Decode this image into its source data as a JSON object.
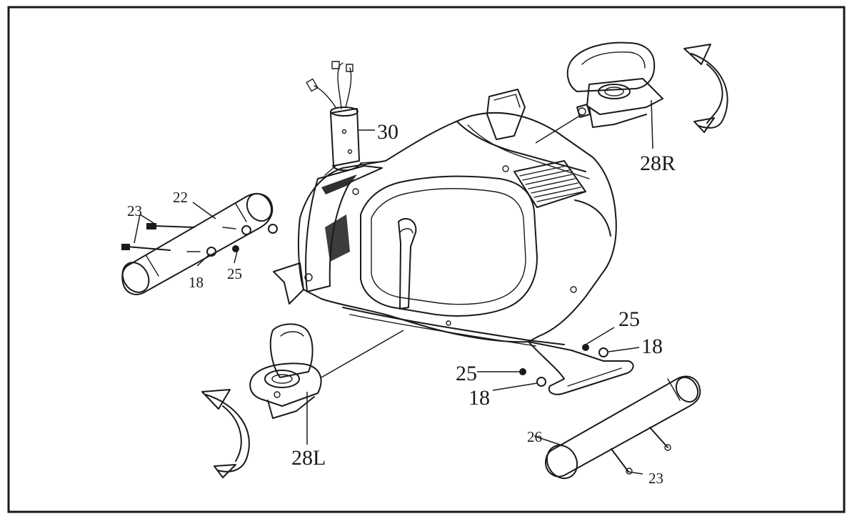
{
  "labels": {
    "part_30": "30",
    "part_28R": "28R",
    "part_28L": "28L",
    "part_22": "22",
    "part_23_front": "23",
    "part_18_front": "18",
    "part_25_front": "25",
    "part_25_rear_top": "25",
    "part_18_rear_top": "18",
    "part_25_rear_bottom": "25",
    "part_18_rear_bottom": "18",
    "part_26": "26",
    "part_23_rear": "23"
  },
  "colors": {
    "ink": "#1a1a1a",
    "background": "#ffffff"
  },
  "icons": {
    "rotate_right_pedal": "curved-arrow-icon",
    "rotate_left_pedal": "curved-arrow-icon"
  }
}
